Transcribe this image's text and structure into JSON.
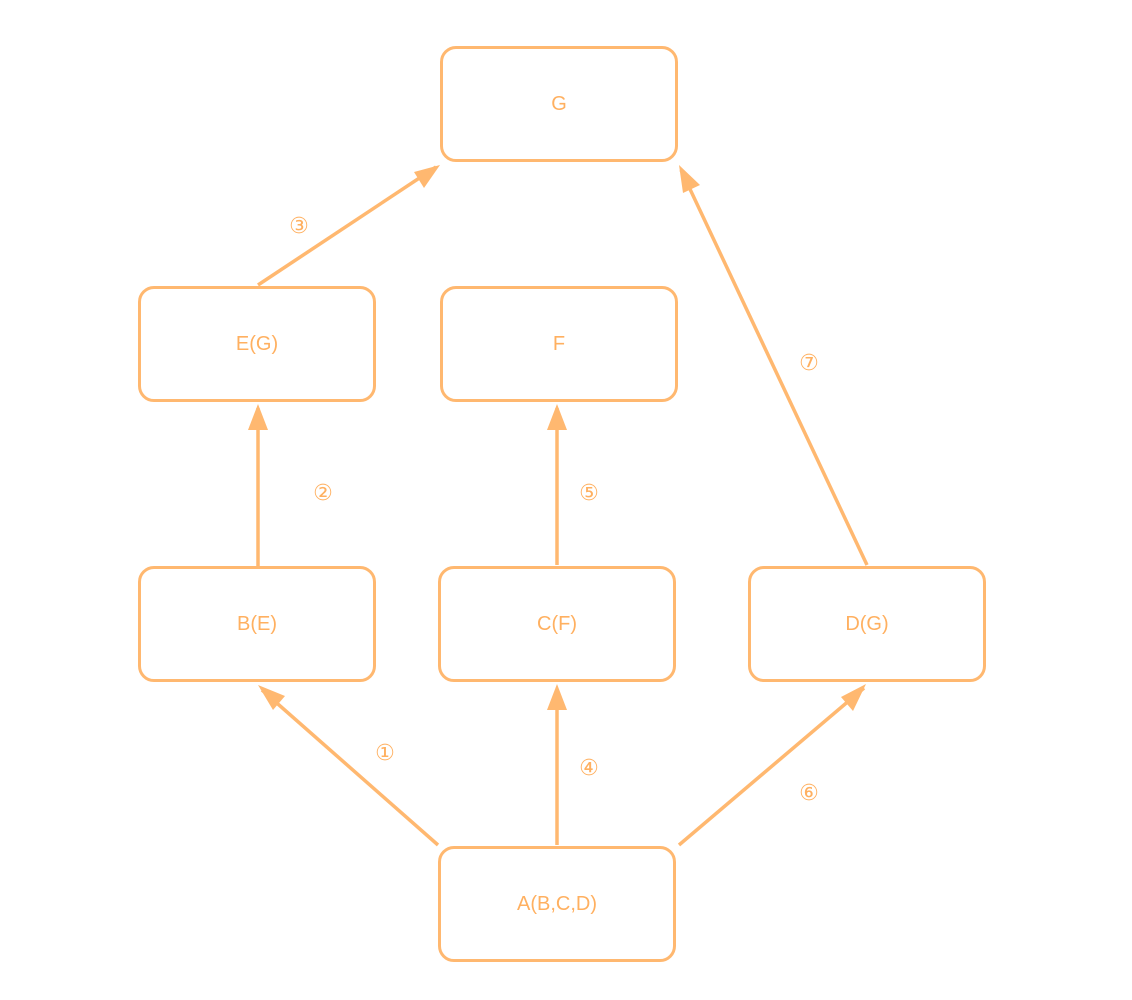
{
  "colors": {
    "stroke": "#ffb870",
    "text": "#ffb060",
    "background": "#ffffff"
  },
  "nodes": {
    "g": "G",
    "e": "E(G)",
    "f": "F",
    "b": "B(E)",
    "c": "C(F)",
    "d": "D(G)",
    "a": "A(B,C,D)"
  },
  "edges": [
    {
      "label": "①",
      "from": "A(B,C,D)",
      "to": "B(E)"
    },
    {
      "label": "②",
      "from": "B(E)",
      "to": "E(G)"
    },
    {
      "label": "③",
      "from": "E(G)",
      "to": "G"
    },
    {
      "label": "④",
      "from": "A(B,C,D)",
      "to": "C(F)"
    },
    {
      "label": "⑤",
      "from": "C(F)",
      "to": "F"
    },
    {
      "label": "⑥",
      "from": "A(B,C,D)",
      "to": "D(G)"
    },
    {
      "label": "⑦",
      "from": "D(G)",
      "to": "G"
    }
  ]
}
